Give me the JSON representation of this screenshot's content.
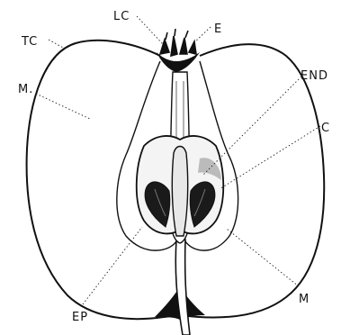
{
  "figure": {
    "labels": {
      "lc": "LC",
      "e": "E",
      "tc": "TC",
      "m_upper": "M.",
      "end": "END",
      "c": "C",
      "m_lower": "M",
      "ep": "EP"
    }
  },
  "colors": {
    "ink": "#111111",
    "paper": "#ffffff"
  }
}
